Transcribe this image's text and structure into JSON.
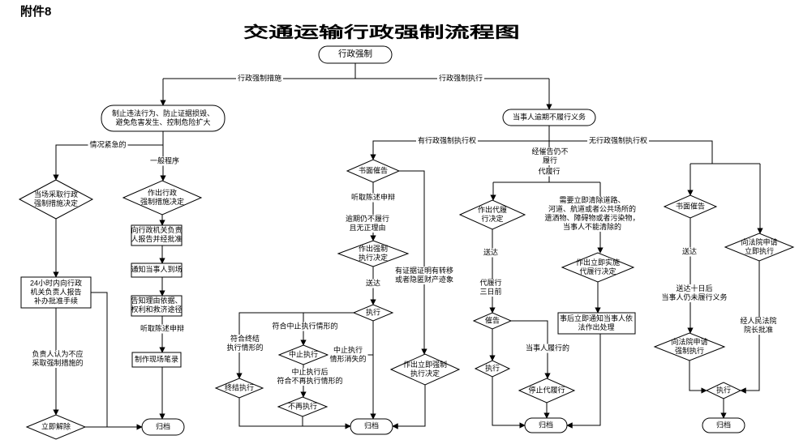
{
  "page": {
    "attachment": "附件8",
    "title": "交通运输行政强制流程图"
  },
  "nodes": {
    "start": "行政强制",
    "purpose": "制止违法行为、防止证据损毁、\n避免危害发生、控制危险扩大",
    "overdue": "当事人逾期不履行义务",
    "a1": "当场采取行政\n强制措施决定",
    "a2": "24小时内向行政\n机关负责人报告\n补办批准手续",
    "a3": "立即解除",
    "b1": "作出行政\n强制措施决定",
    "b2": "向行政机关负责\n人报告并经批准",
    "b3": "通知当事人到场",
    "b4": "告知理由依据、\n权利和救济途径",
    "b5": "制作现场笔录",
    "c1": "书面催告",
    "c2": "作出强制\n执行决定",
    "c3": "执行",
    "c4": "中止执行",
    "c5": "终结执行",
    "c6": "不再执行",
    "c7": "作出立即强制\n执行决定",
    "d1": "作出代履\n行决定",
    "d2": "催告",
    "d3": "执行",
    "d4": "停止代履行",
    "d5": "作出立即实施\n代履行决定",
    "d6": "事后立即通知当事人依\n法作出处理",
    "e1": "书面催告",
    "e2": "向法院申请\n强制执行",
    "e3": "向法院申请\n立即执行",
    "e4": "执行",
    "archive1": "归档",
    "archive2": "归档",
    "archive3": "归档",
    "archive4": "归档"
  },
  "edge_labels": {
    "measures": "行政强制措施",
    "enforcement": "行政强制执行",
    "urgent": "情况紧急的",
    "general": "一般程序",
    "disagree": "负责人认为不应\n采取强制措施的",
    "listen_b": "听取陈述申辩",
    "has_power": "有行政强制执行权",
    "no_power": "无行政强制执行权",
    "still_not_perform": "经催告仍不\n履行",
    "substitute": "代履行",
    "listen_c": "听取陈述申辩",
    "overdue_no_reason": "逾期仍不履行\n且无正理由",
    "deliver_c": "送达",
    "evidence": "有证据证明有转移\n或者隐匿财产迹象",
    "suspend_case": "符合中止执行情形的",
    "terminate_case": "符合终结\n执行情形的",
    "suspend_gone": "中止执行\n情形消失的",
    "no_longer_case": "中止执行后\n符合不再执行情形的",
    "deliver_d": "送达",
    "three_days": "代履行\n三日前",
    "party_performs": "当事人履行的",
    "need_clear": "需要立即清除道路、\n河道、航道或者公共场所的\n遗洒物、障碍物或者污染物，\n当事人不能清除的",
    "deliver_e": "送达",
    "ten_days": "送达十日后\n当事人仍未履行义务",
    "president_approve": "经人民法院\n院长批准"
  }
}
